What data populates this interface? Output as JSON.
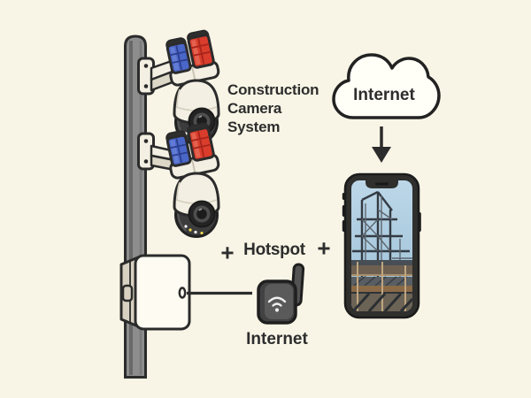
{
  "labels": {
    "camera_system": "Construction\nCamera\nSystem",
    "cloud_internet": "Internet",
    "plus_left": "+",
    "hotspot": "Hotspot",
    "plus_right": "+",
    "modem_internet": "Internet"
  },
  "icons": {
    "cloud": "cloud-icon",
    "arrow_down": "arrow-down-icon",
    "wifi": "wifi-icon",
    "ptz_camera": "ptz-camera-icon",
    "beacon_lights": "beacon-lights-icon",
    "pole": "utility-pole",
    "junction_box": "junction-box-icon",
    "hotspot_modem": "hotspot-modem-icon",
    "smartphone": "smartphone-icon"
  },
  "colors": {
    "background": "#f8f5e6",
    "outline": "#2b2b2b",
    "text": "#2d2d2d",
    "pole_gray": "#8d8d8d",
    "housing_cream": "#f3efe3",
    "beacon_blue": "#4a66c8",
    "beacon_red": "#da3d2c",
    "camera_dark": "#3c3c3c",
    "cloud_white": "#fffef7",
    "phone_frame": "#2f2f2d",
    "sky_blue": "#aecde1",
    "steel_dark": "#343b43",
    "rust_brown": "#8a6a47",
    "hotspot_gray": "#535353",
    "box_side_tan": "#d8d1c1"
  },
  "scene": {
    "items": [
      "pole-mounted construction cameras with beacon lights",
      "junction box on pole",
      "hotspot modem with wifi",
      "internet cloud",
      "smartphone showing construction site feed"
    ]
  }
}
